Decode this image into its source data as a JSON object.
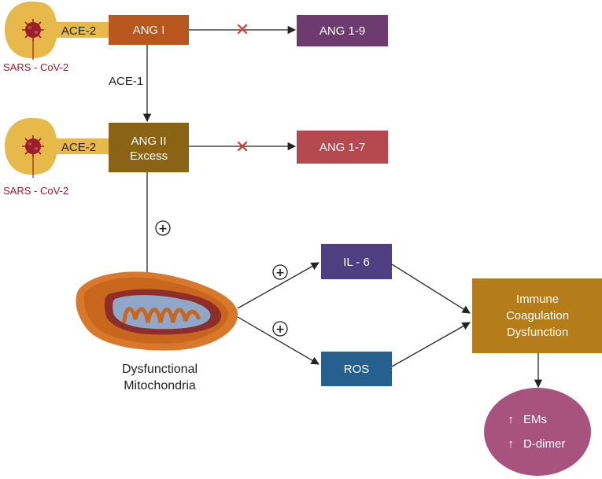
{
  "nodes": {
    "ace2_top": "ACE-2",
    "ace2_mid": "ACE-2",
    "virus_top": "SARS - CoV-2",
    "virus_mid": "SARS - CoV-2",
    "ang1": "ANG I",
    "ang19": "ANG 1-9",
    "ace1": "ACE-1",
    "ang2_line1": "ANG II",
    "ang2_line2": "Excess",
    "ang17": "ANG 1-7",
    "il6": "IL - 6",
    "ros": "ROS",
    "immune_line1": "Immune",
    "immune_line2": "Coagulation",
    "immune_line3": "Dysfunction",
    "mito_line1": "Dysfunctional",
    "mito_line2": "Mitochondria",
    "ems": "EMs",
    "ddimer": "D-dimer"
  },
  "symbols": {
    "inhibit": "✕",
    "plus": "+",
    "up_arrow": "↑"
  },
  "colors": {
    "ace2": "#e6b94a",
    "ang1": "#b8581e",
    "ang19": "#6e3b6f",
    "ang2": "#8b6314",
    "ang17": "#b54950",
    "il6": "#4d3f82",
    "ros": "#25608f",
    "immune": "#b47d1a",
    "ems": "#a8527e",
    "virus": "#9a1f2b",
    "inhibit": "#d93c2c"
  }
}
